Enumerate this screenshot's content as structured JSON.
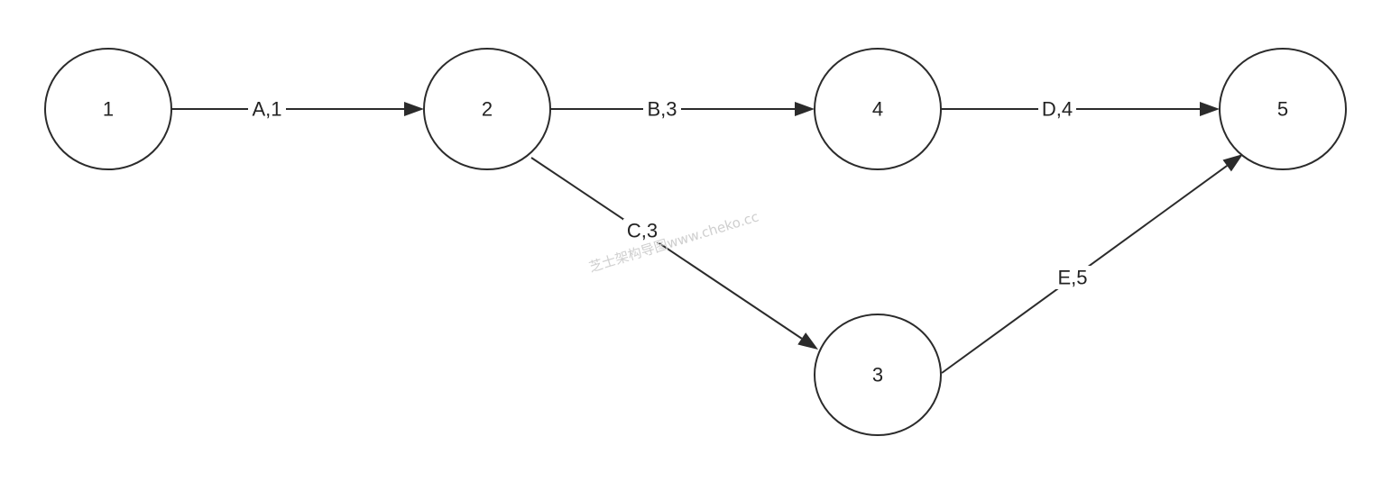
{
  "nodes": [
    {
      "id": "1",
      "label": "1"
    },
    {
      "id": "2",
      "label": "2"
    },
    {
      "id": "4",
      "label": "4"
    },
    {
      "id": "5",
      "label": "5"
    },
    {
      "id": "3",
      "label": "3"
    }
  ],
  "edges": [
    {
      "from": "1",
      "to": "2",
      "label": "A,1"
    },
    {
      "from": "2",
      "to": "4",
      "label": "B,3"
    },
    {
      "from": "4",
      "to": "5",
      "label": "D,4"
    },
    {
      "from": "2",
      "to": "3",
      "label": "C,3"
    },
    {
      "from": "3",
      "to": "5",
      "label": "E,5"
    }
  ],
  "watermark": "芝士架构导图www.cheko.cc",
  "colors": {
    "stroke": "#2b2b2b",
    "text": "#222222",
    "background": "#ffffff",
    "watermark": "#cfcfcf"
  }
}
